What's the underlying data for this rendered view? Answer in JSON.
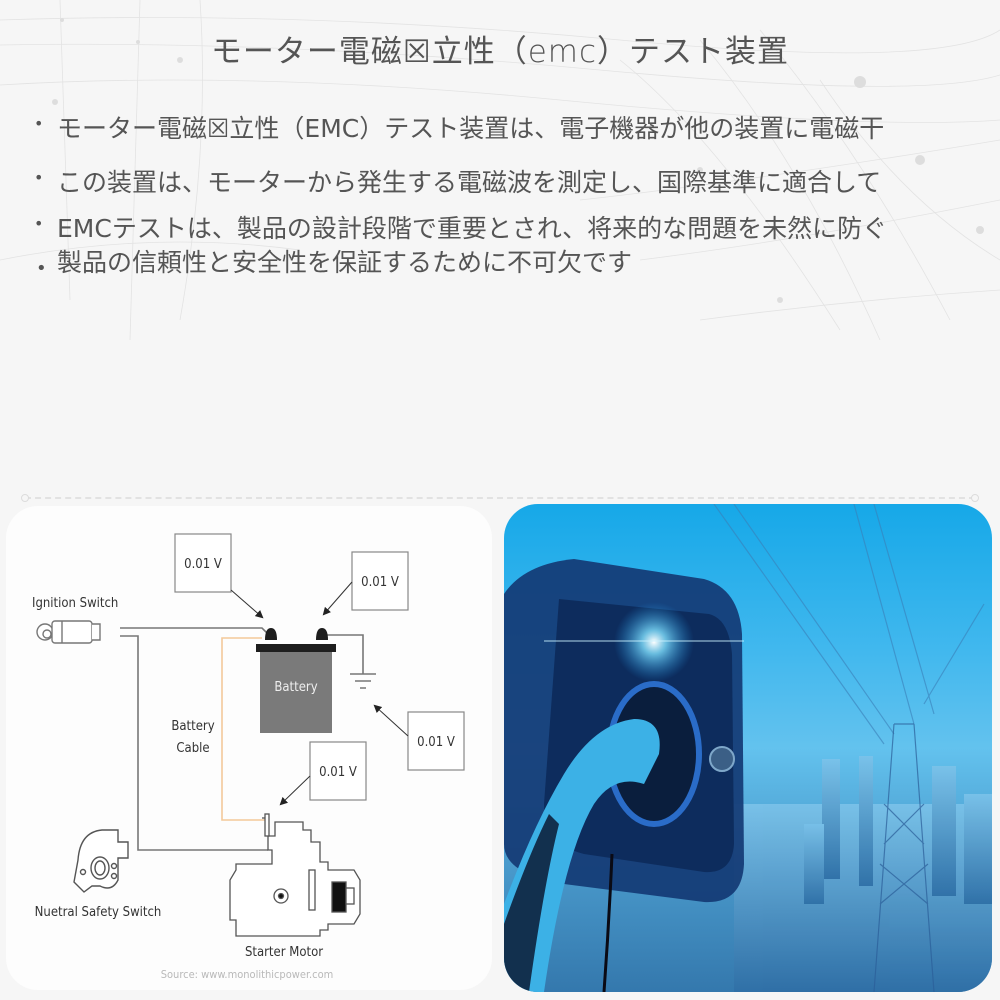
{
  "slide": {
    "title": "モーター電磁☒立性（emc）テスト装置",
    "bullets": [
      {
        "marker": "•",
        "text": "モーター電磁☒立性（EMC）テスト装置は、電子機器が他の装置に電磁干"
      },
      {
        "marker": "•",
        "text": "この装置は、モーターから発生する電磁波を測定し、国際基準に適合して"
      },
      {
        "marker": "•",
        "text": "EMCテストは、製品の設計段階で重要とされ、将来的な問題を未然に防ぐ"
      },
      {
        "marker": "•",
        "text": "製品の信頼性と安全性を保証するために不可欠です"
      }
    ]
  },
  "diagram": {
    "labels": {
      "ignition_switch": "Ignition Switch",
      "battery": "Battery",
      "battery_cable_line1": "Battery",
      "battery_cable_line2": "Cable",
      "neutral_safety_switch": "Nuetral Safety Switch",
      "starter_motor": "Starter Motor"
    },
    "voltage_readings": [
      "0.01 V",
      "0.01 V",
      "0.01 V",
      "0.01 V"
    ],
    "source": "Source: www.monolithicpower.com",
    "colors": {
      "wire": "#777777",
      "battery_cable": "#f3c99a",
      "battery_body": "#7a7a7a",
      "battery_top": "#1e1e1e"
    }
  },
  "photo": {
    "subject": "EV charging connector plugged into car with city skyline and power transmission tower overlay",
    "colors": {
      "sky": "#1eaaea",
      "dark_blue": "#0b2a5c",
      "glow": "#3fc6ff"
    }
  }
}
